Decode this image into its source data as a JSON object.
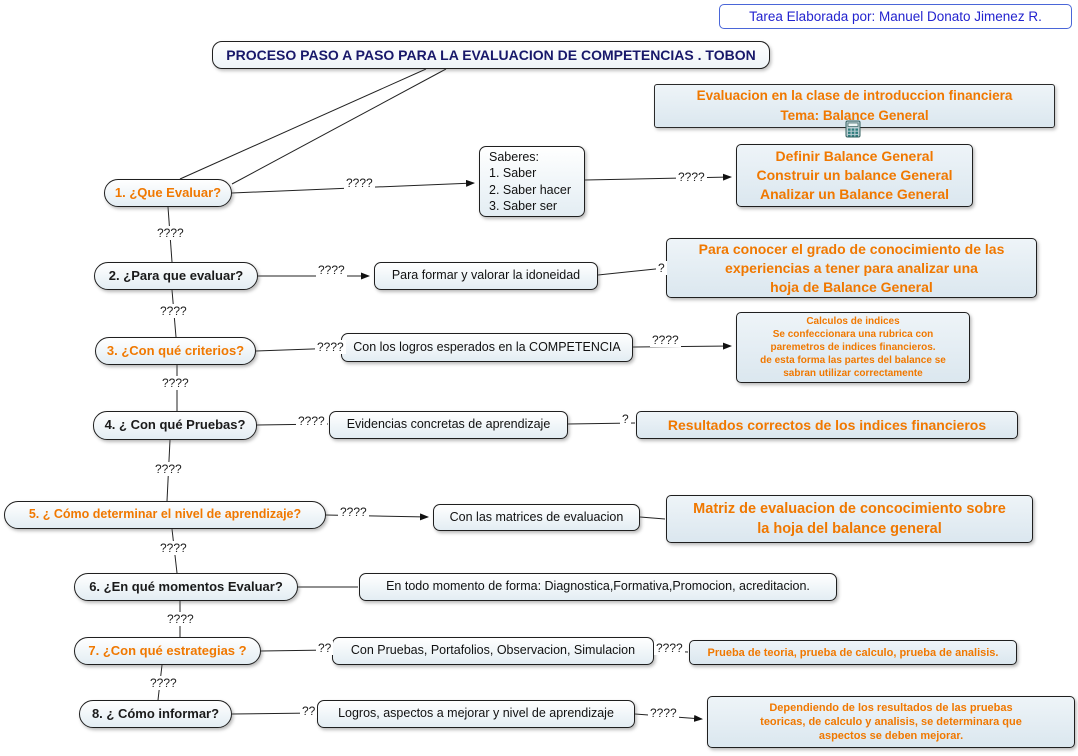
{
  "credit": "Tarea Elaborada por: Manuel Donato Jimenez R.",
  "title": "PROCESO PASO A PASO PARA LA EVALUACION DE COMPETENCIAS . TOBON",
  "context": "Evaluacion en la clase de introduccion financiera\nTema: Balance General",
  "questions": {
    "q1": "1. ¿Que Evaluar?",
    "q2": "2. ¿Para que evaluar?",
    "q3": "3. ¿Con qué criterios?",
    "q4": "4. ¿ Con qué Pruebas?",
    "q5": "5. ¿ Cómo determinar el nivel de aprendizaje?",
    "q6": "6. ¿En qué momentos Evaluar?",
    "q7": "7. ¿Con qué estrategias ?",
    "q8": "8. ¿ Cómo informar?"
  },
  "answers": {
    "a1": "Saberes:\n1. Saber\n2. Saber hacer\n3. Saber ser",
    "a2": "Para formar y valorar la idoneidad",
    "a3": "Con los logros esperados en la COMPETENCIA",
    "a4": "Evidencias concretas de aprendizaje",
    "a5": "Con las matrices de evaluacion",
    "a6": "En todo momento de forma: Diagnostica,Formativa,Promocion, acreditacion.",
    "a7": "Con Pruebas, Portafolios, Observacion, Simulacion",
    "a8": "Logros, aspectos a mejorar y nivel de aprendizaje"
  },
  "applications": {
    "r1": "Definir Balance General\nConstruir un balance General\nAnalizar un Balance General",
    "r2": "Para conocer el grado de conocimiento de las\nexperiencias a tener para analizar una\nhoja de Balance General",
    "r3": "Calculos de indices\nSe confeccionara una rubrica con\nparemetros de indices financieros.\nde esta forma las partes del balance se\nsabran utilizar correctamente",
    "r4": "Resultados correctos de los indices financieros",
    "r5": "Matriz de evaluacion de concocimiento sobre\nla hoja del balance general",
    "r6": "Prueba de teoria, prueba de calculo, prueba de analisis.",
    "r7": "Dependiendo de los resultados de las pruebas\nteoricas, de calculo y analisis, se determinara que\naspectos se deben mejorar."
  },
  "links": {
    "q1_a1": "????",
    "a1_r1": "????",
    "q1_q2": "????",
    "q2_a2": "????",
    "a2_r2": "?",
    "q2_q3": "????",
    "q3_a3": "????",
    "a3_r3": "????",
    "q3_q4": "????",
    "q4_a4": "????",
    "a4_r4": "?",
    "q4_q5": "????",
    "q5_a5": "????",
    "q5_q6": "????",
    "q6_q7": "????",
    "q7_a7": "??",
    "a7_r6": "????",
    "q7_q8": "????",
    "q8_a8": "??",
    "a8_r7": "????"
  },
  "colors": {
    "accent_orange": "#f07800",
    "title_navy": "#18186a",
    "credit_blue": "#2323cf",
    "box_fill": "#e3edf3",
    "line": "#222222"
  }
}
